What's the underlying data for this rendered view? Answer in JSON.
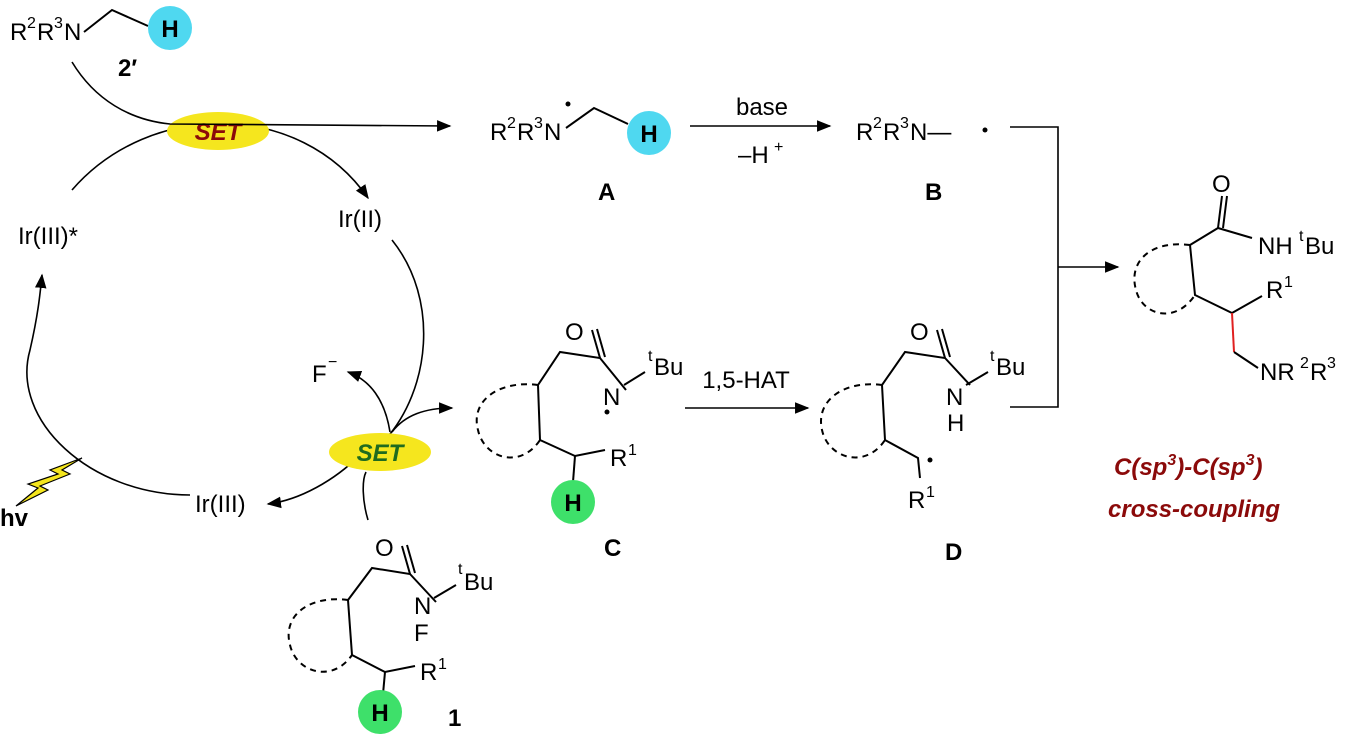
{
  "amine_2prime": {
    "r2": "R",
    "sup2": "2",
    "r3": "R",
    "sup3": "3",
    "n": "N",
    "h": "H",
    "label": "2′"
  },
  "set_top": "SET",
  "set_bottom": "SET",
  "catalyst": {
    "excited": "Ir(III)*",
    "reduced": "Ir(II)",
    "ground": "Ir(III)",
    "light": "hv"
  },
  "fluoride": {
    "f": "F",
    "charge": "−"
  },
  "radical_A": {
    "r": "R",
    "sup2": "2",
    "r3": "R",
    "sup3": "3",
    "n": "N",
    "h": "H",
    "label": "A"
  },
  "step_base": {
    "above": "base",
    "below_main": "–H",
    "below_sup": "+"
  },
  "radical_B": {
    "r": "R",
    "sup2": "2",
    "r3": "R",
    "sup3": "3",
    "n": "N—",
    "label": "B"
  },
  "intermediate_C": {
    "o": "O",
    "n": "N",
    "t": "t",
    "bu": "Bu",
    "r": "R",
    "sup1": "1",
    "h": "H",
    "label": "C"
  },
  "step_hat": "1,5-HAT",
  "intermediate_D": {
    "o": "O",
    "n": "N",
    "h": "H",
    "t": "t",
    "bu": "Bu",
    "r": "R",
    "sup1": "1",
    "label": "D"
  },
  "substrate_1": {
    "o": "O",
    "n": "N",
    "t": "t",
    "bu": "Bu",
    "f": "F",
    "r": "R",
    "sup1": "1",
    "h": "H",
    "label": "1"
  },
  "product": {
    "o": "O",
    "nh": "NH",
    "t": "t",
    "bu": "Bu",
    "r": "R",
    "sup1": "1",
    "nr": "NR",
    "sup2": "2",
    "r3": "R",
    "sup3": "3"
  },
  "caption": {
    "line1_a": "C(sp",
    "line1_sup1": "3",
    "line1_b": ")-C(sp",
    "line1_sup2": "3",
    "line1_c": ")",
    "line2": "cross-coupling"
  },
  "colors": {
    "cyan": "#4fd8f0",
    "green": "#3ee06a",
    "yellow": "#f5e61e",
    "dark_red": "#8b0a0a",
    "dark_green": "#1f6b1f",
    "bond_red": "#e02020"
  }
}
